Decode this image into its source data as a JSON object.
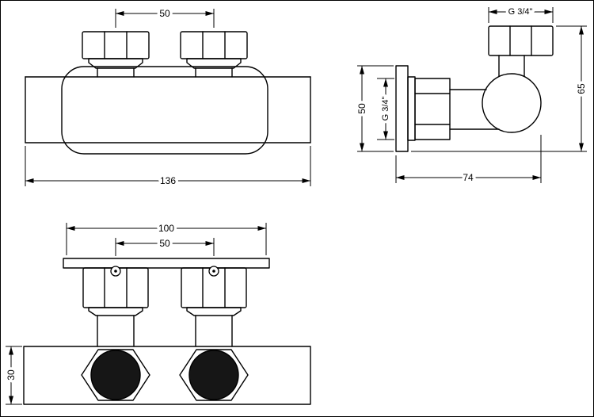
{
  "colors": {
    "line": "#000000",
    "background": "#ffffff",
    "port_fill": "#161616"
  },
  "views": {
    "front": {
      "dims": {
        "valve_spacing": "50",
        "overall_width": "136"
      }
    },
    "side": {
      "dims": {
        "thread_top": "G 3/4\"",
        "plate_height": "50",
        "thread_side": "G 3/4\"",
        "overall_height": "65",
        "overall_depth": "74"
      }
    },
    "bottom": {
      "dims": {
        "plate_width": "100",
        "valve_spacing": "50",
        "body_height": "30"
      }
    }
  }
}
